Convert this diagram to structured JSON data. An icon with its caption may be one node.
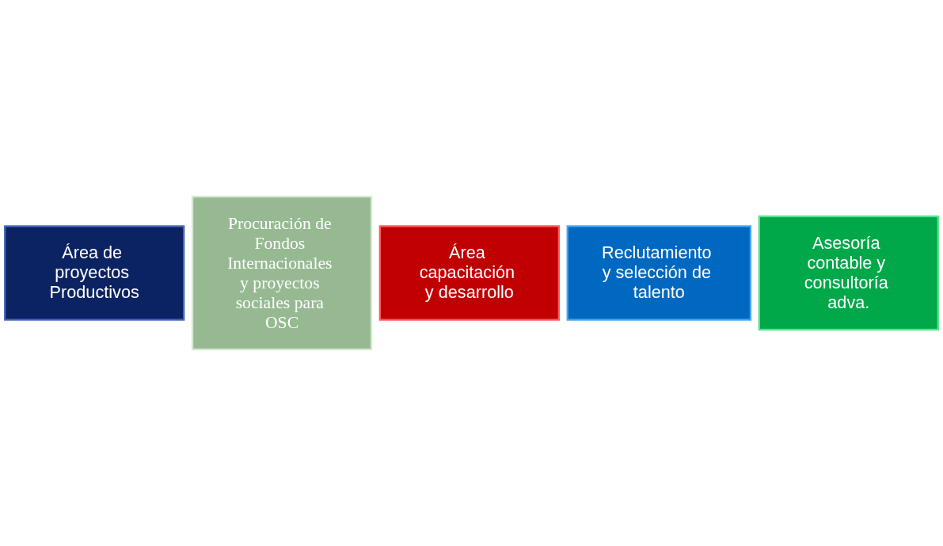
{
  "diagram": {
    "nodes": [
      {
        "text": [
          "Área de proyectos Productivos"
        ]
      },
      {
        "text": [
          "Procuración de Fondos Internacionales y proyectos sociales para OSC"
        ]
      },
      {
        "text": [
          "Área capacitación y desarrollo"
        ]
      },
      {
        "text": [
          "Reclutamiento y selección de talento"
        ]
      },
      {
        "text": [
          "Asesoría contable y consultoría adva."
        ]
      }
    ]
  }
}
